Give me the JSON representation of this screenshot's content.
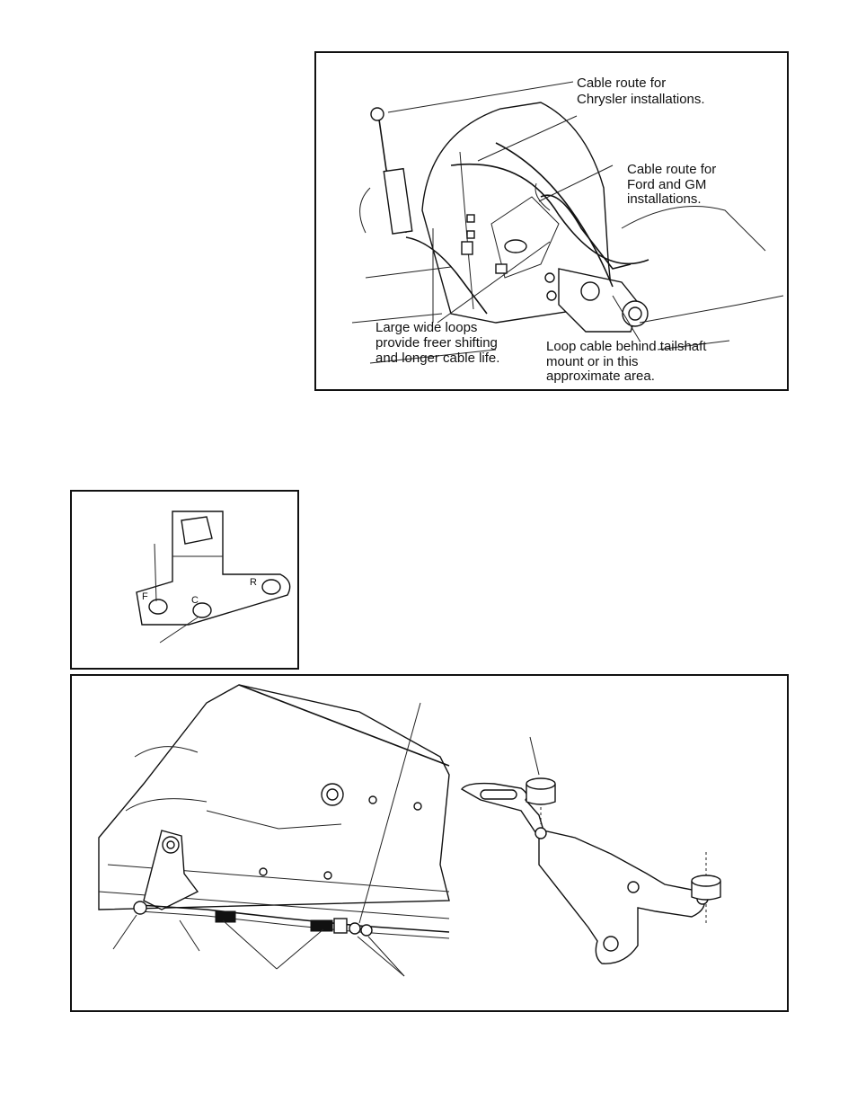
{
  "figure_top": {
    "callouts": {
      "chrysler": [
        "Cable route for",
        "Chrysler installations."
      ],
      "ford_gm": [
        "Cable route for",
        "Ford and GM",
        "installations."
      ],
      "loops": [
        "Large wide loops",
        "provide freer shifting",
        "and longer cable life."
      ],
      "tailshaft": [
        "Loop cable behind tailshaft",
        "mount or in this",
        "approximate area."
      ]
    }
  },
  "figure_bracket": {
    "hole_labels": {
      "f": "F",
      "c": "C",
      "r": "R"
    }
  }
}
